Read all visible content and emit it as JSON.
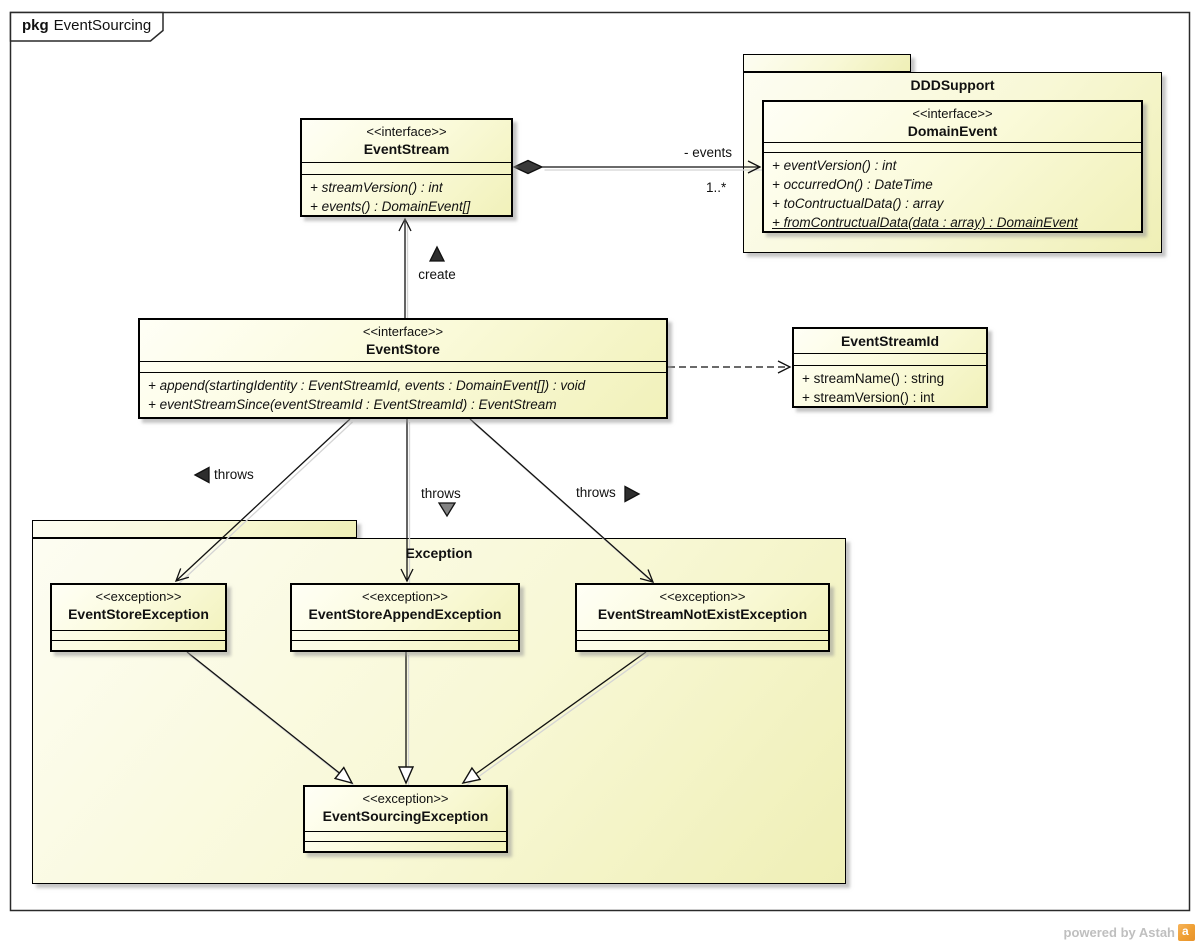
{
  "frame": {
    "kind": "pkg",
    "title": "EventSourcing"
  },
  "packages": {
    "dddSupport": {
      "name": "DDDSupport"
    },
    "exception": {
      "name": "Exception"
    }
  },
  "classes": {
    "eventStream": {
      "stereotype": "<<interface>>",
      "name": "EventStream",
      "operations": [
        "+ streamVersion() : int",
        "+ events() : DomainEvent[]"
      ]
    },
    "domainEvent": {
      "stereotype": "<<interface>>",
      "name": "DomainEvent",
      "operations": [
        "+ eventVersion() : int",
        "+ occurredOn() : DateTime",
        "+ toContructualData() : array",
        "+ fromContructualData(data : array) : DomainEvent"
      ]
    },
    "eventStore": {
      "stereotype": "<<interface>>",
      "name": "EventStore",
      "operations": [
        "+ append(startingIdentity : EventStreamId, events : DomainEvent[]) : void",
        "+ eventStreamSince(eventStreamId : EventStreamId) : EventStream"
      ]
    },
    "eventStreamId": {
      "name": "EventStreamId",
      "operations": [
        "+ streamName() : string",
        "+ streamVersion() : int"
      ]
    },
    "eventStoreException": {
      "stereotype": "<<exception>>",
      "name": "EventStoreException"
    },
    "eventStoreAppendException": {
      "stereotype": "<<exception>>",
      "name": "EventStoreAppendException"
    },
    "eventStreamNotExistException": {
      "stereotype": "<<exception>>",
      "name": "EventStreamNotExistException"
    },
    "eventSourcingException": {
      "stereotype": "<<exception>>",
      "name": "EventSourcingException"
    }
  },
  "connectors": {
    "eventsAggregation": {
      "label": "- events",
      "multiplicity": "1..*"
    },
    "createDependency": {
      "label": "create"
    },
    "throwsLeft": {
      "label": "throws"
    },
    "throwsMiddle": {
      "label": "throws"
    },
    "throwsRight": {
      "label": "throws"
    }
  },
  "watermark": {
    "text": "powered by Astah"
  },
  "colors": {
    "box_fill_yellow": "#f1f1ba",
    "border_black": "#000000",
    "shadow_gray": "#c8c8c8",
    "watermark_gray": "#bfbfbf",
    "astah_orange": "#ef9f33"
  }
}
